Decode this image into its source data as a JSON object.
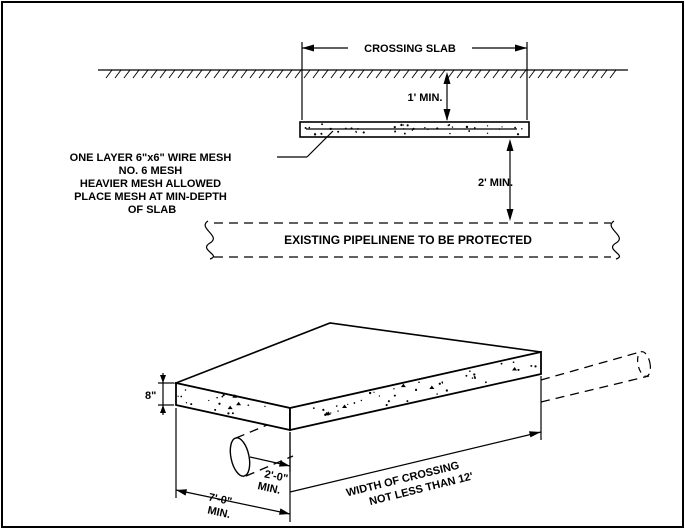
{
  "section_view": {
    "crossing_slab_label": "CROSSING SLAB",
    "cover_label": "1' MIN.",
    "clearance_label": "2' MIN.",
    "mesh_note": [
      "ONE LAYER 6\"x6\" WIRE MESH",
      "NO. 6 MESH",
      "HEAVIER MESH ALLOWED",
      "PLACE MESH AT MIN-DEPTH",
      "OF SLAB"
    ],
    "pipeline_label": "EXISTING PIPELINENE TO BE PROTECTED"
  },
  "isometric_view": {
    "thickness_label": "8\"",
    "offset_label": [
      "2'-0\"",
      "MIN."
    ],
    "width_label": [
      "WIDTH OF CROSSING",
      "NOT LESS THAN 12'"
    ],
    "length_label": [
      "7'-0\"",
      "MIN."
    ]
  },
  "colors": {
    "ink": "#000000",
    "paper": "#ffffff"
  }
}
